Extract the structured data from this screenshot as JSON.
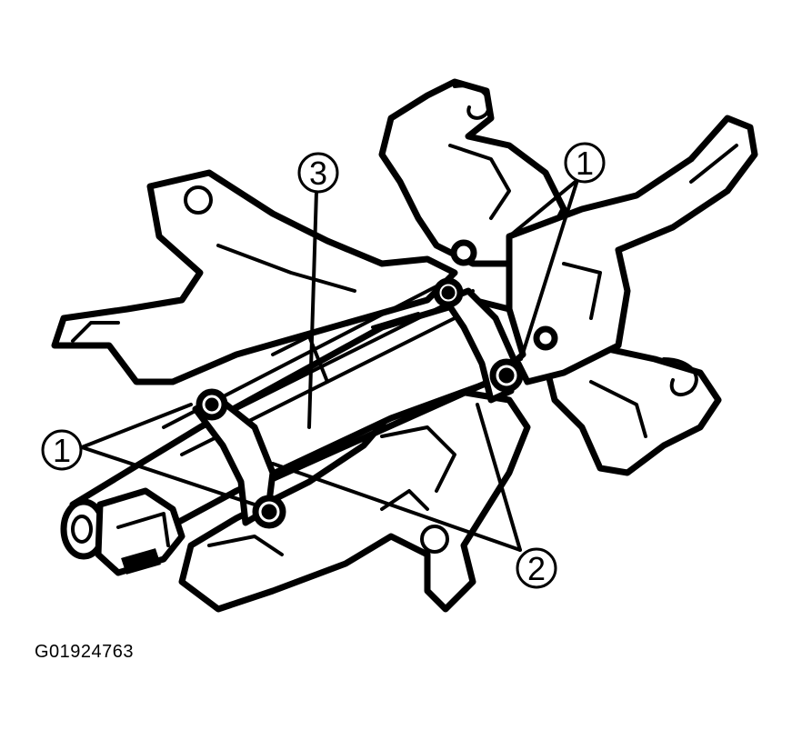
{
  "figure": {
    "id_label": "G01924763"
  },
  "callouts": [
    {
      "label": "1"
    },
    {
      "label": "1"
    },
    {
      "label": "2"
    },
    {
      "label": "3"
    }
  ],
  "colors": {
    "ink": "#000000",
    "paper": "#ffffff"
  }
}
